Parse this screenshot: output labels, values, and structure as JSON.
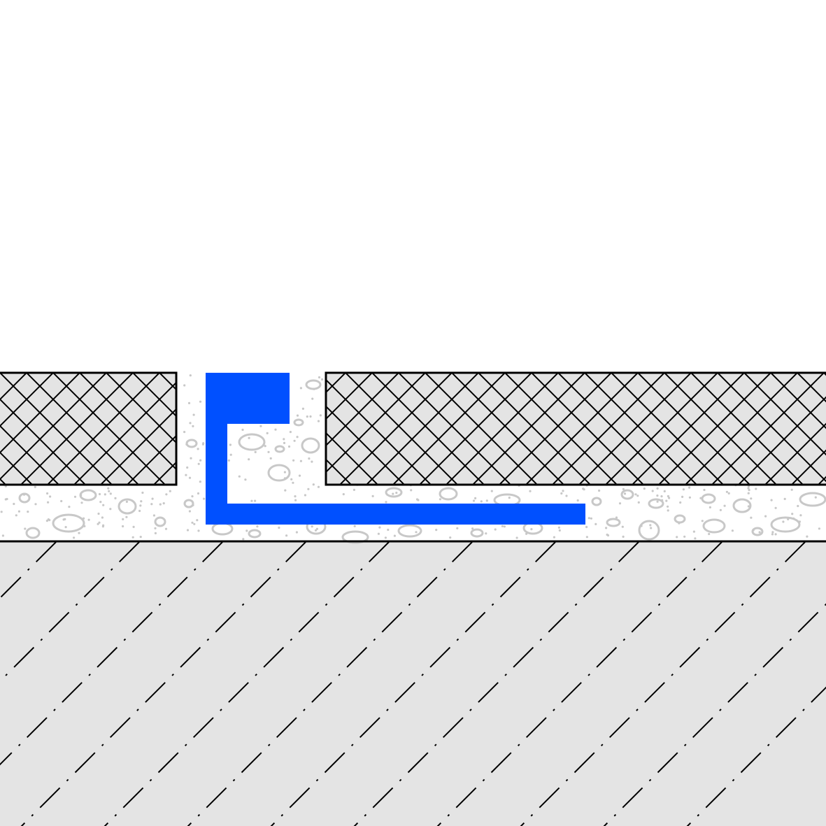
{
  "diagram": {
    "colors": {
      "profile": "#0050FF",
      "tile_fill": "#E4E4E4",
      "substrate_fill": "#E4E4E4",
      "outline": "#000000",
      "aggregate": "#C8C8C8",
      "background": "#FFFFFF"
    },
    "parts": [
      "left-tile",
      "right-tile",
      "tile-edge-profile",
      "adhesive-bed",
      "substrate"
    ]
  }
}
